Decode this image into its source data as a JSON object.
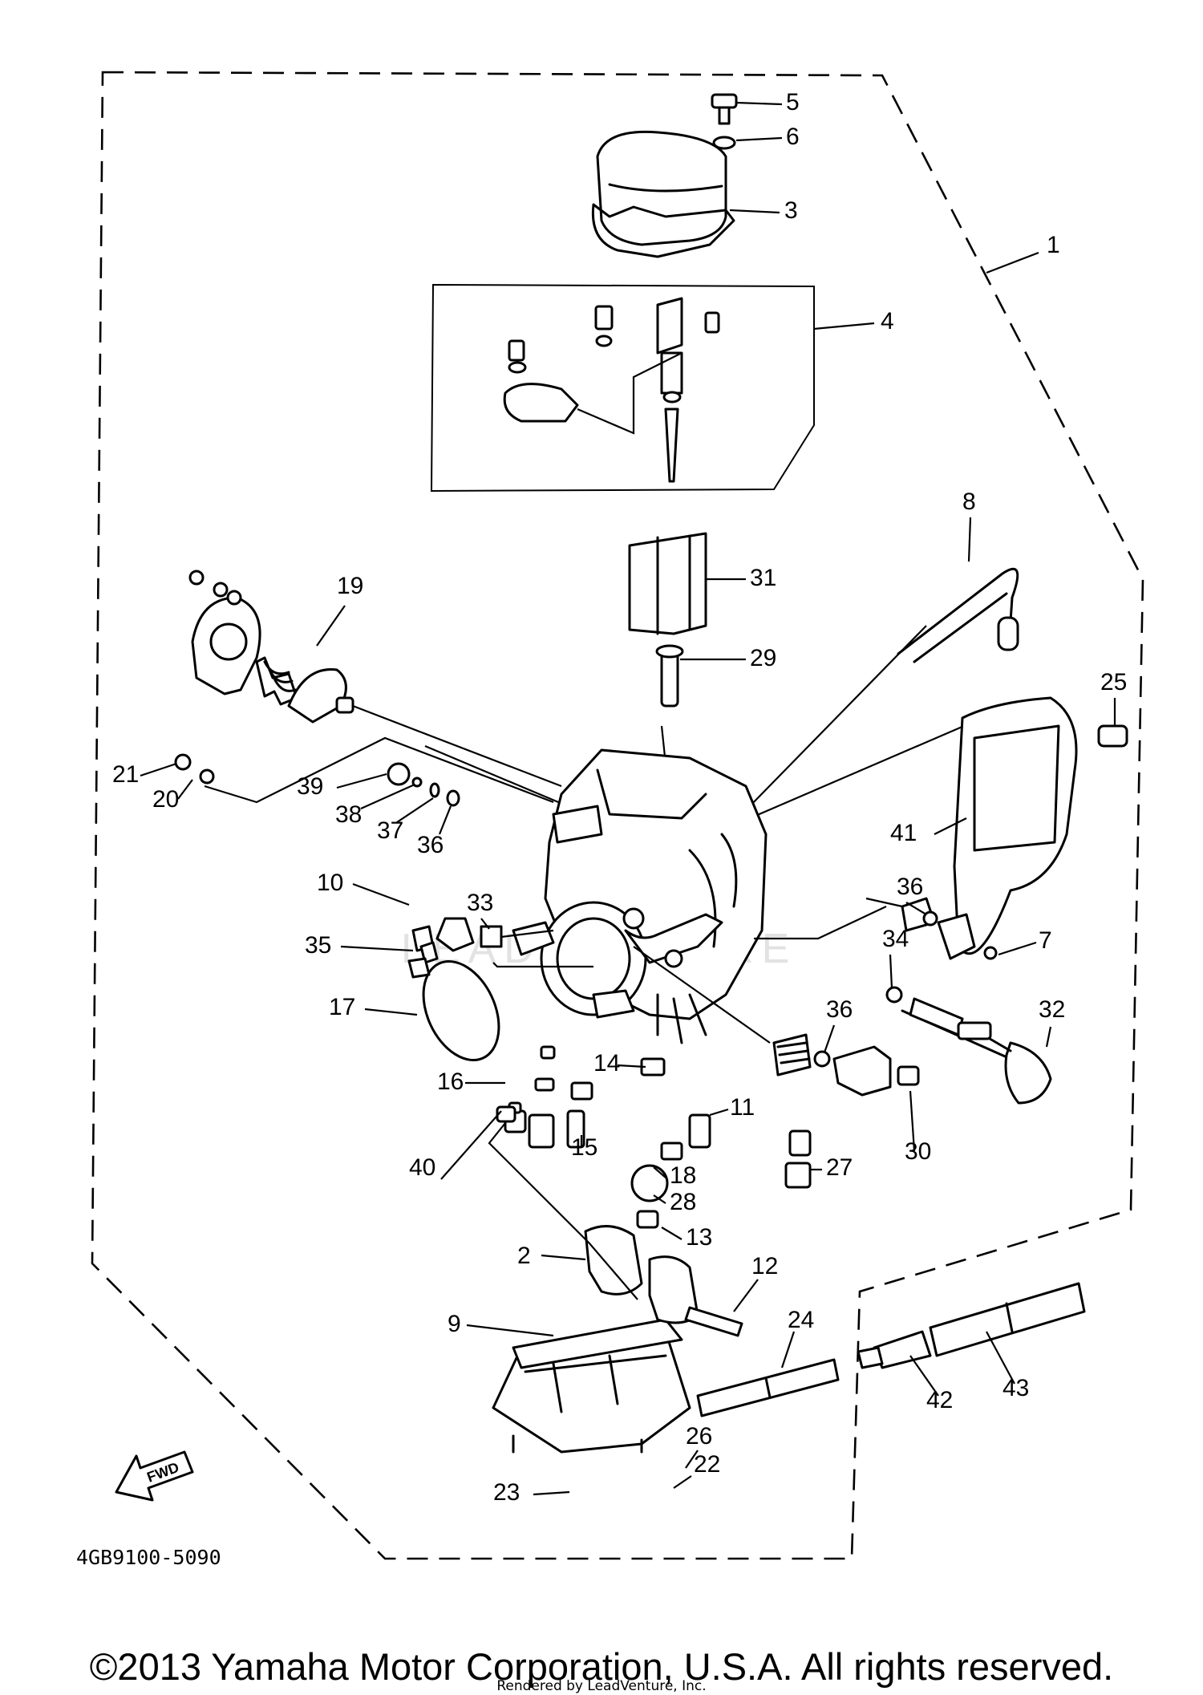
{
  "diagram": {
    "part_numbers": [
      "1",
      "2",
      "3",
      "4",
      "5",
      "6",
      "7",
      "8",
      "9",
      "10",
      "11",
      "12",
      "13",
      "14",
      "15",
      "16",
      "17",
      "18",
      "19",
      "20",
      "21",
      "22",
      "23",
      "24",
      "25",
      "26",
      "27",
      "28",
      "29",
      "30",
      "31",
      "32",
      "33",
      "34",
      "35",
      "36",
      "36",
      "36",
      "37",
      "38",
      "39",
      "40",
      "41",
      "42",
      "43"
    ],
    "drawing_code": "4GB9100-5090",
    "direction_marker": "FWD",
    "watermark": "LEADVENTURE"
  },
  "footer": {
    "copyright": "©2013 Yamaha Motor Corporation, U.S.A. All rights reserved.",
    "rendered_by": "Rendered by LeadVenture, Inc."
  }
}
